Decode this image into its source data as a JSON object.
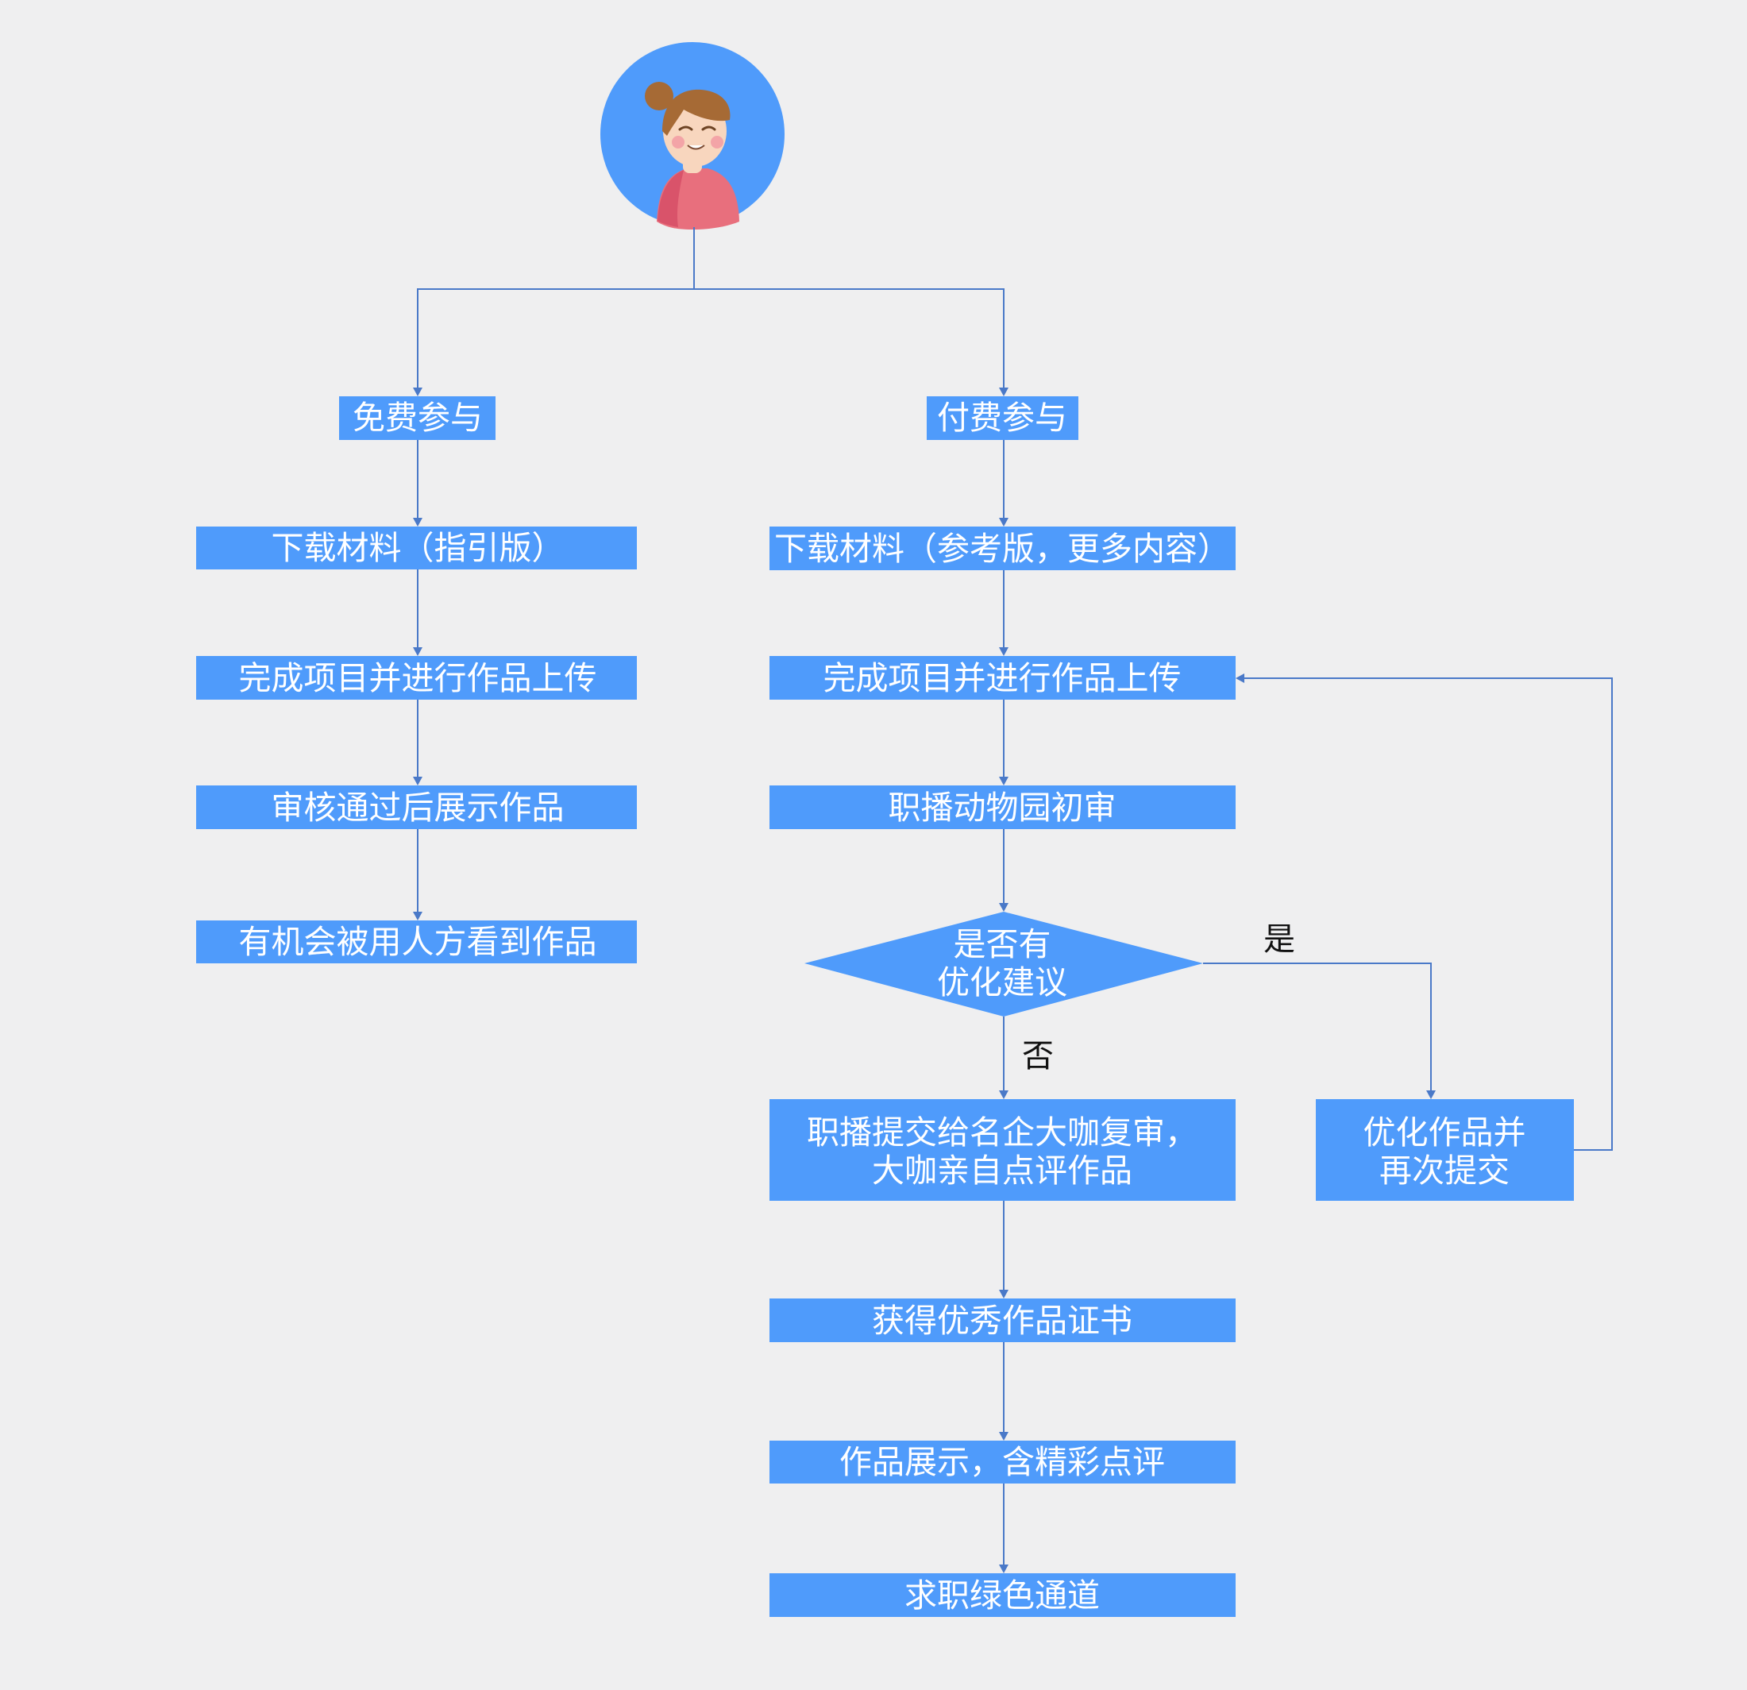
{
  "colors": {
    "background": "#efeff0",
    "node_fill": "#4f9bfb",
    "connector": "#4a79c8",
    "node_text": "#ffffff",
    "label_text": "#111111"
  },
  "nodes": {
    "free": "免费参与",
    "paid": "付费参与",
    "left_download": "下载材料（指引版）",
    "left_upload": "完成项目并进行作品上传",
    "left_review": "审核通过后展示作品",
    "left_employer": "有机会被用人方看到作品",
    "right_download": "下载材料（参考版，更多内容）",
    "right_upload": "完成项目并进行作品上传",
    "right_initial_review": "职播动物园初审",
    "decision": [
      "是否有",
      "优化建议"
    ],
    "expert_review": [
      "职播提交给名企大咖复审，",
      "大咖亲自点评作品"
    ],
    "optimize": [
      "优化作品并",
      "再次提交"
    ],
    "certificate": "获得优秀作品证书",
    "showcase": "作品展示，含精彩点评",
    "green_channel": "求职绿色通道"
  },
  "edge_labels": {
    "yes": "是",
    "no": "否"
  },
  "icons": {
    "avatar": "woman-avatar-icon"
  }
}
